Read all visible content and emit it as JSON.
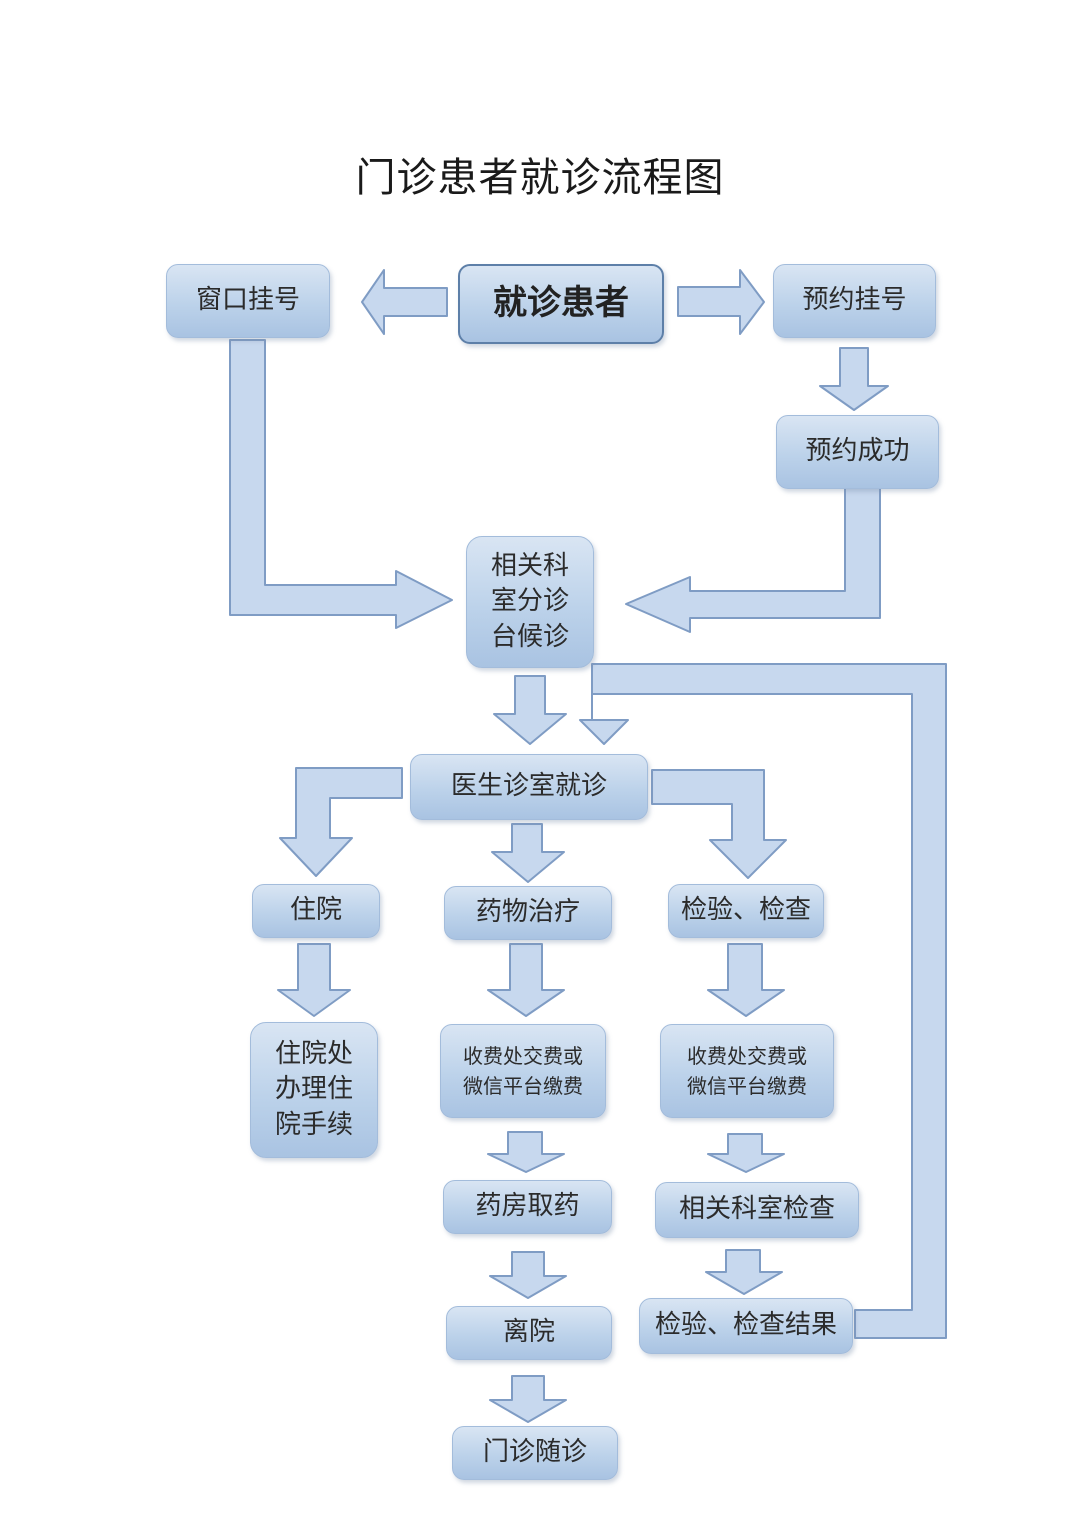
{
  "title": "门诊患者就诊流程图",
  "colors": {
    "node_fill_top": "#d9e5f3",
    "node_fill_bottom": "#a9c3e2",
    "node_border": "#a3bcdb",
    "main_border": "#5d7fa8",
    "arrow_fill": "#c7d8ee",
    "arrow_stroke": "#7f9cc4"
  },
  "nodes": {
    "patient": "就诊患者",
    "window_register": "窗口挂号",
    "appointment_register": "预约挂号",
    "appointment_success": "预约成功",
    "triage": "相关科\n室分诊\n台候诊",
    "doctor_visit": "医生诊室就诊",
    "hospitalization": "住院",
    "drug_treatment": "药物治疗",
    "exam": "检验、检查",
    "admission_procedures": "住院处\n办理住\n院手续",
    "payment_drug": "收费处交费或\n微信平台缴费",
    "payment_exam": "收费处交费或\n微信平台缴费",
    "pharmacy": "药房取药",
    "dept_exam": "相关科室检查",
    "discharge": "离院",
    "exam_results": "检验、检查结果",
    "follow_up": "门诊随诊"
  }
}
